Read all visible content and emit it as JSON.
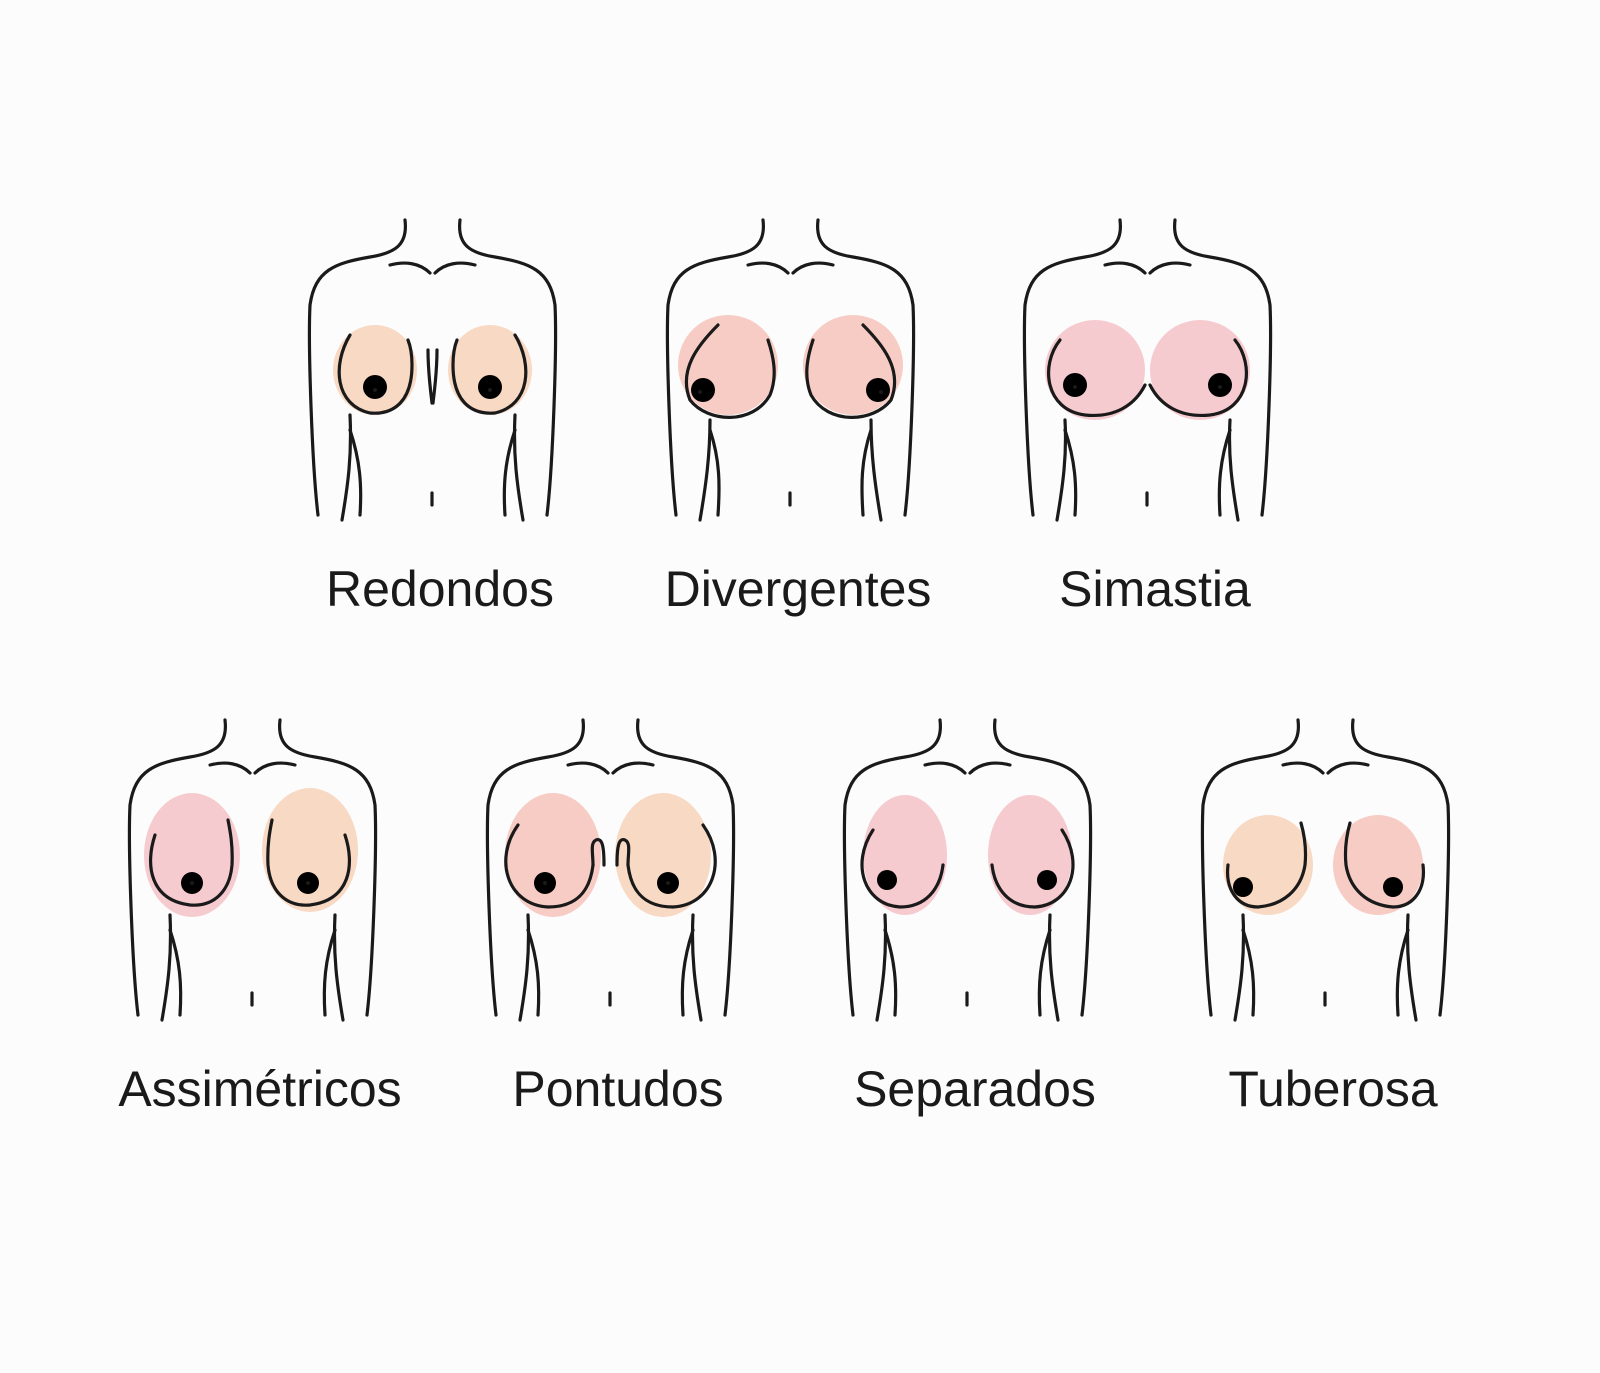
{
  "colors": {
    "outline": "#1a1a1a",
    "peach": "#f8d9c4",
    "pink": "#f6cbd0",
    "salmon": "#f7ccc4",
    "background": "#fdfcfc"
  },
  "figures": [
    {
      "id": "redondos",
      "label": "Redondos",
      "fill_left": "peach",
      "fill_right": "peach"
    },
    {
      "id": "divergentes",
      "label": "Divergentes",
      "fill_left": "salmon",
      "fill_right": "salmon"
    },
    {
      "id": "simastia",
      "label": "Simastia",
      "fill_left": "pink",
      "fill_right": "pink"
    },
    {
      "id": "assimetricos",
      "label": "Assimétricos",
      "fill_left": "pink",
      "fill_right": "peach"
    },
    {
      "id": "pontudos",
      "label": "Pontudos",
      "fill_left": "salmon",
      "fill_right": "peach"
    },
    {
      "id": "separados",
      "label": "Separados",
      "fill_left": "pink",
      "fill_right": "pink"
    },
    {
      "id": "tuberosa",
      "label": "Tuberosa",
      "fill_left": "peach",
      "fill_right": "salmon"
    }
  ]
}
